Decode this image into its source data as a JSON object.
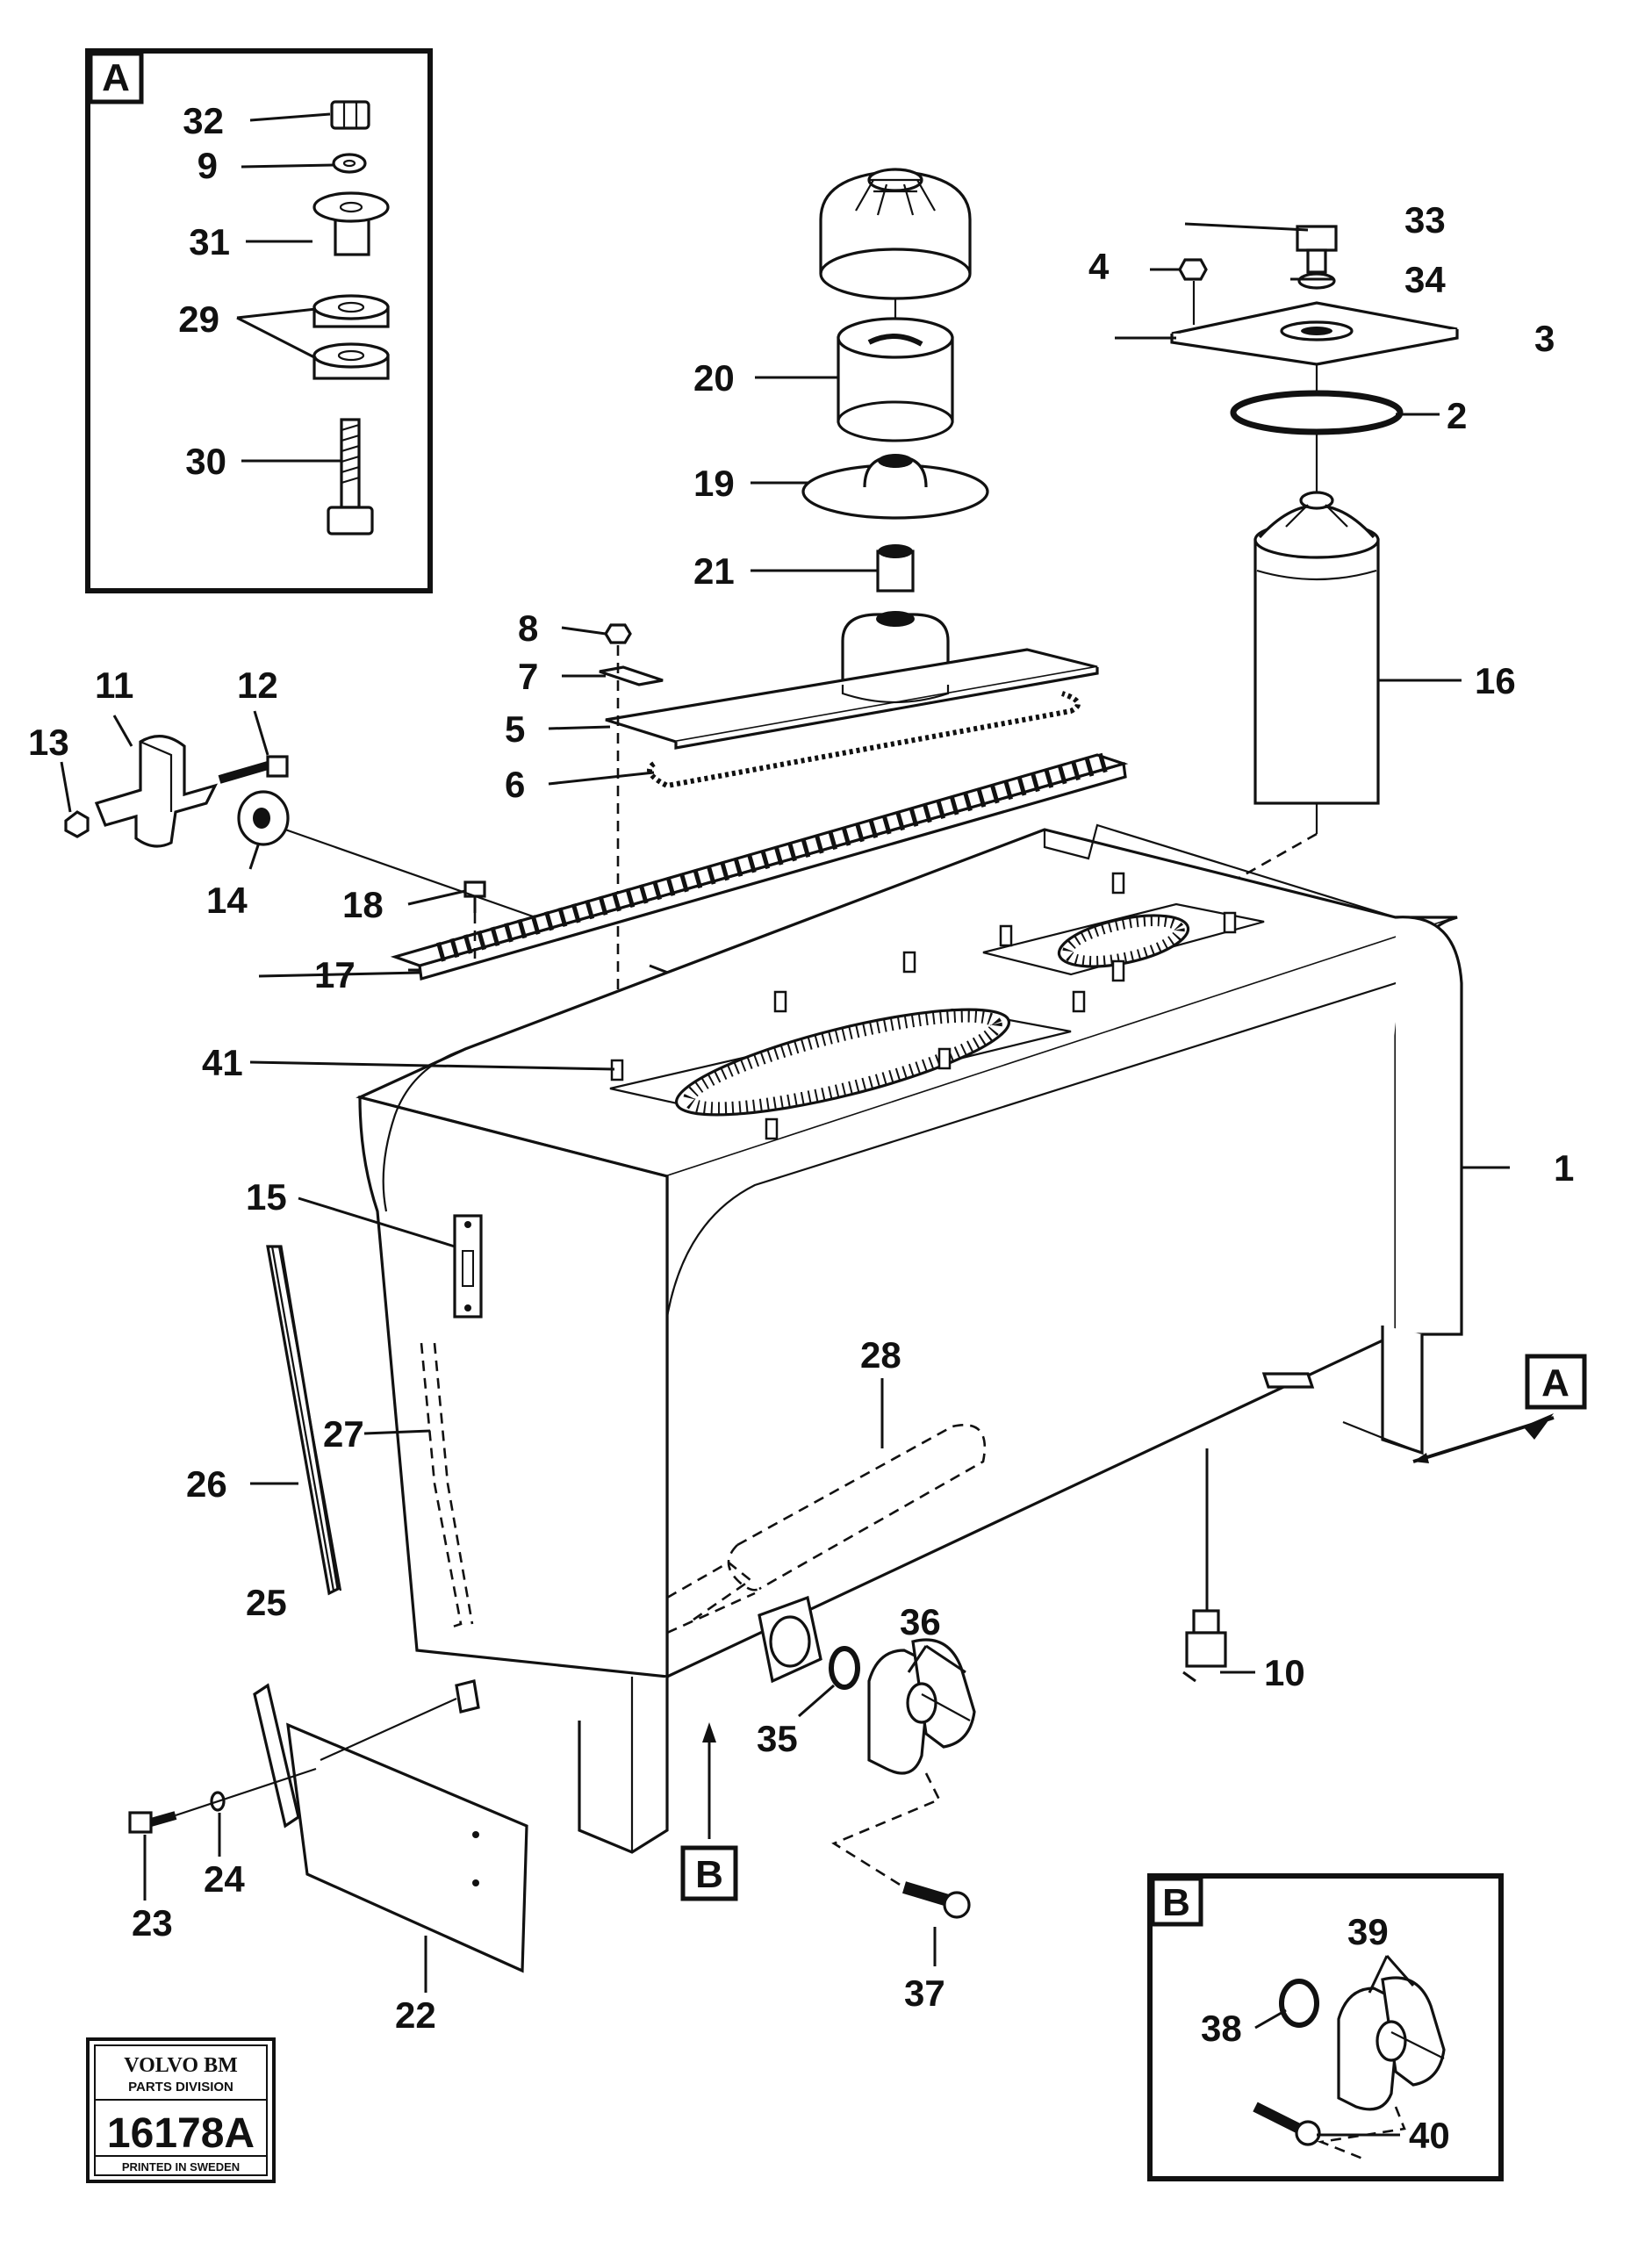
{
  "callouts": {
    "c1": "1",
    "c2": "2",
    "c3": "3",
    "c4": "4",
    "c5": "5",
    "c6": "6",
    "c7": "7",
    "c8": "8",
    "c9": "9",
    "c10": "10",
    "c11": "11",
    "c12": "12",
    "c13": "13",
    "c14": "14",
    "c15": "15",
    "c16": "16",
    "c17": "17",
    "c18": "18",
    "c19": "19",
    "c20": "20",
    "c21": "21",
    "c22": "22",
    "c23": "23",
    "c24": "24",
    "c25": "25",
    "c26": "26",
    "c27": "27",
    "c28": "28",
    "c29": "29",
    "c30": "30",
    "c31": "31",
    "c32": "32",
    "c33": "33",
    "c34": "34",
    "c35": "35",
    "c36": "36",
    "c37": "37",
    "c38": "38",
    "c39": "39",
    "c40": "40",
    "c41": "41"
  },
  "detail_refs": {
    "a": "A",
    "b": "B"
  },
  "stamp": {
    "brand": "VOLVO BM",
    "division": "PARTS DIVISION",
    "number": "16178A",
    "printed": "PRINTED IN SWEDEN"
  }
}
